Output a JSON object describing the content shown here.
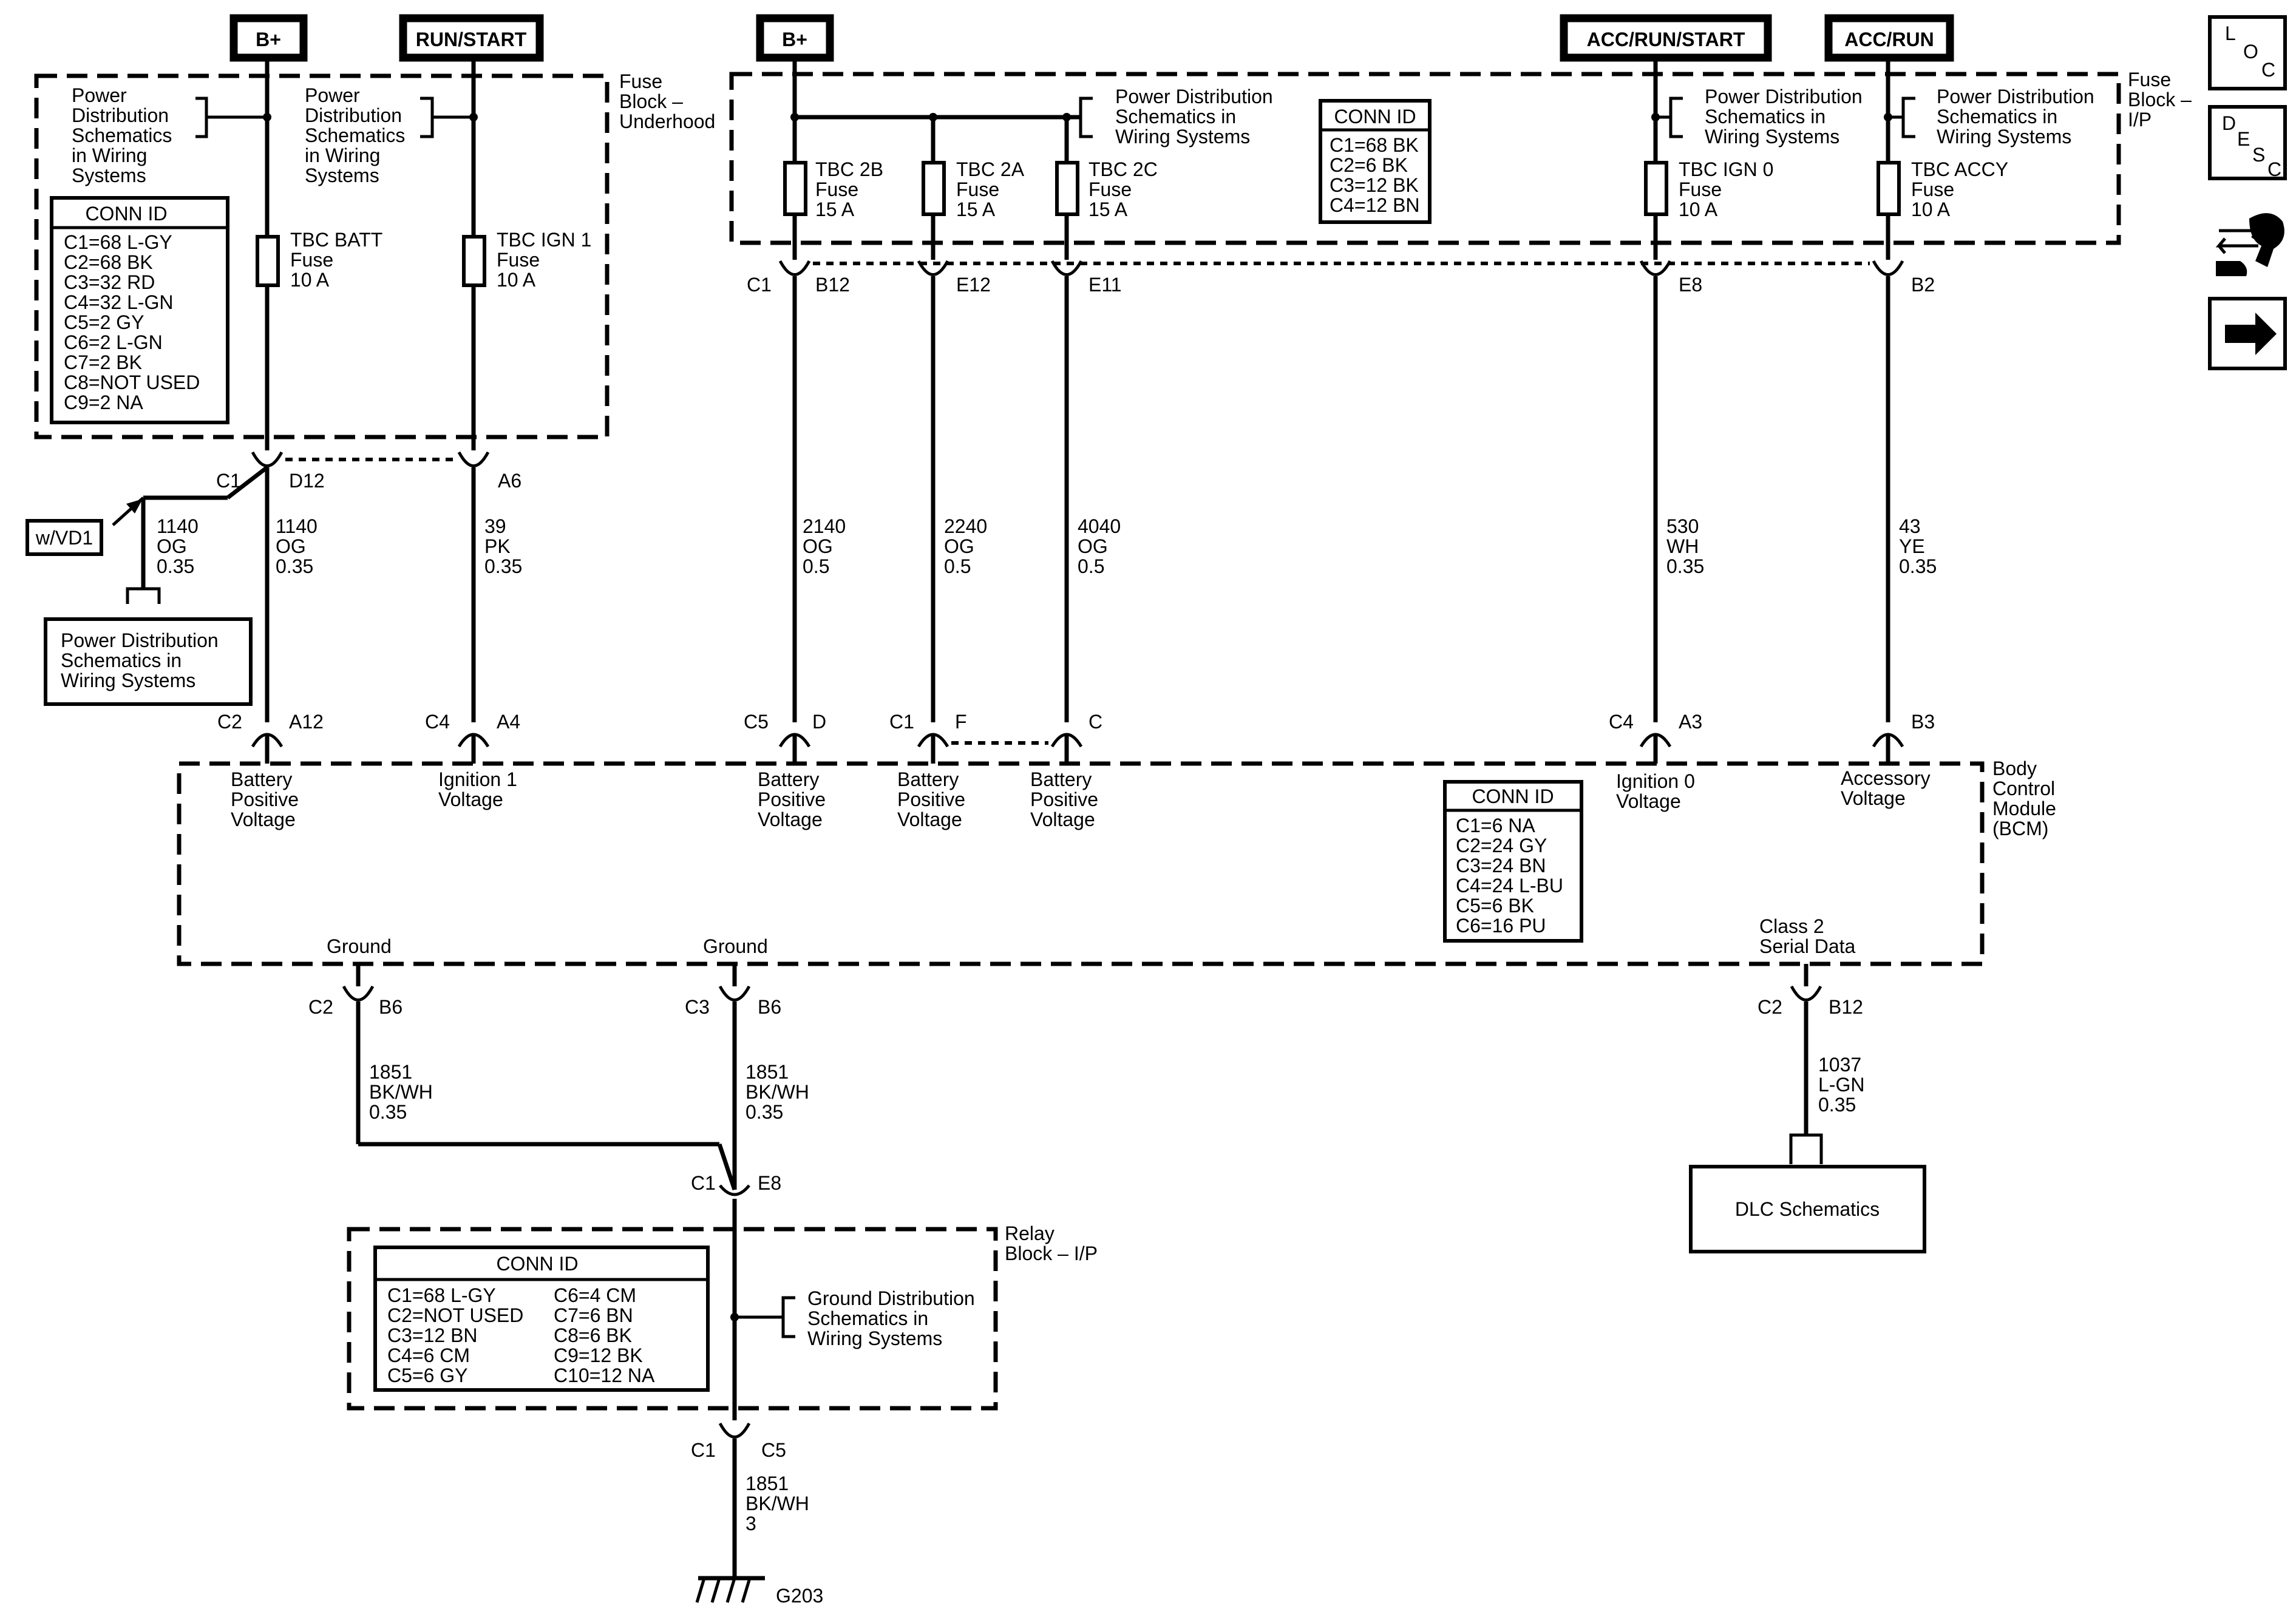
{
  "power_sources": [
    {
      "id": "src-bplus-1",
      "label": "B+"
    },
    {
      "id": "src-run-start",
      "label": "RUN/START"
    },
    {
      "id": "src-bplus-2",
      "label": "B+"
    },
    {
      "id": "src-acc-run-start",
      "label": "ACC/RUN/START"
    },
    {
      "id": "src-acc-run",
      "label": "ACC/RUN"
    }
  ],
  "nav_icons": {
    "loc": {
      "l": "L",
      "o": "O",
      "c": "C"
    },
    "desc": {
      "d": "D",
      "e": "E",
      "s": "S",
      "c": "C"
    },
    "tools": "tools-icon",
    "next": "arrow-right-icon"
  },
  "fuse_block_underhood": {
    "label": [
      "Fuse",
      "Block –",
      "Underhood"
    ],
    "ref_left": [
      "Power",
      "Distribution",
      "Schematics",
      "in Wiring",
      "Systems"
    ],
    "ref_right": [
      "Power",
      "Distribution",
      "Schematics",
      "in Wiring",
      "Systems"
    ],
    "conn_id_title": "CONN ID",
    "conn_ids": [
      "C1=68 L-GY",
      "C2=68 BK",
      "C3=32 RD",
      "C4=32 L-GN",
      "C5=2 GY",
      "C6=2 L-GN",
      "C7=2 BK",
      "C8=NOT USED",
      "C9=2 NA"
    ],
    "fuses": [
      {
        "name": "TBC BATT",
        "type": "Fuse",
        "rating": "10 A"
      },
      {
        "name": "TBC IGN 1",
        "type": "Fuse",
        "rating": "10 A"
      }
    ]
  },
  "fuse_block_ip": {
    "label": [
      "Fuse",
      "Block –",
      "I/P"
    ],
    "ref_1": [
      "Power Distribution",
      "Schematics in",
      "Wiring Systems"
    ],
    "ref_2": [
      "Power Distribution",
      "Schematics in",
      "Wiring Systems"
    ],
    "ref_3": [
      "Power Distribution",
      "Schematics in",
      "Wiring Systems"
    ],
    "conn_id_title": "CONN ID",
    "conn_ids": [
      "C1=68 BK",
      "C2=6 BK",
      "C3=12 BK",
      "C4=12 BN"
    ],
    "fuses": [
      {
        "name": "TBC 2B",
        "type": "Fuse",
        "rating": "15 A"
      },
      {
        "name": "TBC 2A",
        "type": "Fuse",
        "rating": "15 A"
      },
      {
        "name": "TBC 2C",
        "type": "Fuse",
        "rating": "15 A"
      },
      {
        "name": "TBC IGN 0",
        "type": "Fuse",
        "rating": "10 A"
      },
      {
        "name": "TBC ACCY",
        "type": "Fuse",
        "rating": "10 A"
      }
    ]
  },
  "option_tag": "w/VD1",
  "ref_box_pd": [
    "Power Distribution",
    "Schematics in",
    "Wiring Systems"
  ],
  "circuits": [
    {
      "id": "c1140-a",
      "num": "1140",
      "color": "OG",
      "size": "0.35"
    },
    {
      "id": "c1140-b",
      "num": "1140",
      "color": "OG",
      "size": "0.35"
    },
    {
      "id": "c39",
      "num": "39",
      "color": "PK",
      "size": "0.35"
    },
    {
      "id": "c2140",
      "num": "2140",
      "color": "OG",
      "size": "0.5"
    },
    {
      "id": "c2240",
      "num": "2240",
      "color": "OG",
      "size": "0.5"
    },
    {
      "id": "c4040",
      "num": "4040",
      "color": "OG",
      "size": "0.5"
    },
    {
      "id": "c530",
      "num": "530",
      "color": "WH",
      "size": "0.35"
    },
    {
      "id": "c43",
      "num": "43",
      "color": "YE",
      "size": "0.35"
    },
    {
      "id": "c1851-a",
      "num": "1851",
      "color": "BK/WH",
      "size": "0.35"
    },
    {
      "id": "c1851-b",
      "num": "1851",
      "color": "BK/WH",
      "size": "0.35"
    },
    {
      "id": "c1037",
      "num": "1037",
      "color": "L-GN",
      "size": "0.35"
    },
    {
      "id": "c1851-c",
      "num": "1851",
      "color": "BK/WH",
      "size": "3"
    }
  ],
  "connectors": {
    "fb_uh_c1": "C1",
    "fb_uh_d12": "D12",
    "fb_uh_a6": "A6",
    "fb_ip_c1": "C1",
    "fb_ip_b12": "B12",
    "fb_ip_e12": "E12",
    "fb_ip_e11": "E11",
    "fb_ip_e8": "E8",
    "fb_ip_b2": "B2",
    "bcm_c2": "C2",
    "bcm_a12": "A12",
    "bcm_c4a": "C4",
    "bcm_a4": "A4",
    "bcm_c5": "C5",
    "bcm_d": "D",
    "bcm_c1": "C1",
    "bcm_f": "F",
    "bcm_c": "C",
    "bcm_c4b": "C4",
    "bcm_a3": "A3",
    "bcm_b3": "B3",
    "gnd_c2": "C2",
    "gnd_b6a": "B6",
    "gnd_c3": "C3",
    "gnd_b6b": "B6",
    "sd_c2": "C2",
    "sd_b12": "B12",
    "relay_c1": "C1",
    "relay_e8": "E8",
    "relay_c1b": "C1",
    "relay_c5": "C5"
  },
  "bcm": {
    "label": [
      "Body",
      "Control",
      "Module",
      "(BCM)"
    ],
    "pins": [
      {
        "id": "bat1",
        "lines": [
          "Battery",
          "Positive",
          "Voltage"
        ]
      },
      {
        "id": "ign1",
        "lines": [
          "Ignition 1",
          "Voltage"
        ]
      },
      {
        "id": "bat2",
        "lines": [
          "Battery",
          "Positive",
          "Voltage"
        ]
      },
      {
        "id": "bat3",
        "lines": [
          "Battery",
          "Positive",
          "Voltage"
        ]
      },
      {
        "id": "bat4",
        "lines": [
          "Battery",
          "Positive",
          "Voltage"
        ]
      },
      {
        "id": "ign0",
        "lines": [
          "Ignition 0",
          "Voltage"
        ]
      },
      {
        "id": "acc",
        "lines": [
          "Accessory",
          "Voltage"
        ]
      }
    ],
    "ground_1": "Ground",
    "ground_2": "Ground",
    "serial": [
      "Class 2",
      "Serial Data"
    ],
    "conn_id_title": "CONN ID",
    "conn_ids": [
      "C1=6 NA",
      "C2=24 GY",
      "C3=24 BN",
      "C4=24 L-BU",
      "C5=6 BK",
      "C6=16 PU"
    ]
  },
  "relay_block": {
    "label": [
      "Relay",
      "Block – I/P"
    ],
    "conn_id_title": "CONN ID",
    "conn_ids_left": [
      "C1=68 L-GY",
      "C2=NOT USED",
      "C3=12 BN",
      "C4=6 CM",
      "C5=6 GY"
    ],
    "conn_ids_right": [
      "C6=4 CM",
      "C7=6 BN",
      "C8=6 BK",
      "C9=12 BK",
      "C10=12 NA"
    ],
    "ref": [
      "Ground Distribution",
      "Schematics in",
      "Wiring Systems"
    ]
  },
  "dlc": "DLC Schematics",
  "ground_point": "G203"
}
